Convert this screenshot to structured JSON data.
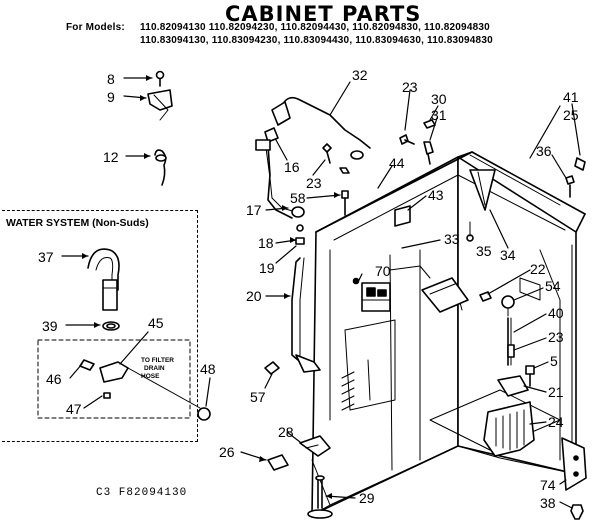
{
  "header": {
    "title": "CABINET PARTS",
    "models_prefix": "For Models:",
    "models_line1": "110.82094130 110.82094230, 110.82094430, 110.82094830, 110.82094830",
    "models_line2": "110.83094130, 110.83094230, 110.83094430, 110.83094630, 110.83094830"
  },
  "water_system": {
    "label": "WATER SYSTEM (Non-Suds)",
    "hose_note_1": "TO FILTER",
    "hose_note_2": "DRAIN",
    "hose_note_3": "HOSE"
  },
  "callouts": [
    "8",
    "9",
    "12",
    "32",
    "23",
    "30",
    "31",
    "41",
    "25",
    "36",
    "16",
    "23",
    "44",
    "58",
    "43",
    "17",
    "18",
    "19",
    "20",
    "33",
    "70",
    "35",
    "34",
    "22",
    "54",
    "40",
    "23",
    "5",
    "21",
    "24",
    "57",
    "37",
    "39",
    "45",
    "46",
    "47",
    "48",
    "28",
    "26",
    "29",
    "74",
    "38"
  ],
  "footer": {
    "code": "C3 F82094130"
  }
}
